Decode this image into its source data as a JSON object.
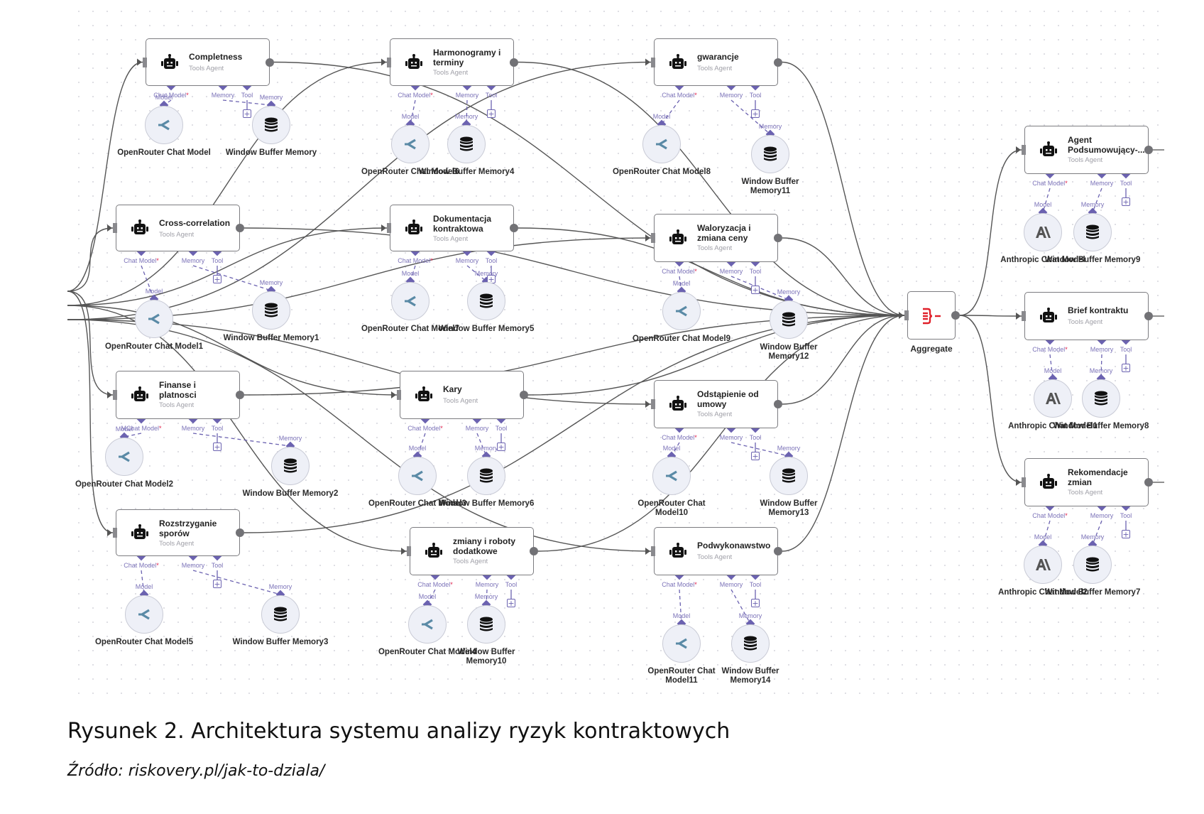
{
  "caption": {
    "title": "Rysunek 2. Architektura systemu analizy ryzyk kontraktowych",
    "source": "Źródło: riskovery.pl/jak-to-dziala/"
  },
  "port_labels": {
    "chat_model": "Chat Model",
    "chat_model_alt": "MChat Model",
    "required_mark": "*",
    "memory": "Memory",
    "tool": "Tool",
    "model": "Model",
    "add": "+"
  },
  "agent_subtitle": "Tools Agent",
  "colors": {
    "port": "#6b62b0",
    "required": "#e0204a",
    "aggregate_icon": "#e0202a",
    "edge": "#555555"
  },
  "agents": [
    {
      "id": "completness",
      "title": "Completness",
      "model": "OpenRouter Chat Model",
      "memory": "Window Buffer Memory",
      "model_type": "openrouter"
    },
    {
      "id": "harmonogramy",
      "title": "Harmonogramy i terminy",
      "model": "OpenRouter Chat Model6",
      "memory": "Window Buffer Memory4",
      "model_type": "openrouter"
    },
    {
      "id": "gwarancje",
      "title": "gwarancje",
      "model": "OpenRouter Chat Model8",
      "memory": "Window Buffer Memory11",
      "model_type": "openrouter"
    },
    {
      "id": "cross",
      "title": "Cross-correlation",
      "model": "OpenRouter Chat Model1",
      "memory": "Window Buffer Memory1",
      "model_type": "openrouter"
    },
    {
      "id": "dokumentacja",
      "title": "Dokumentacja kontraktowa",
      "model": "OpenRouter Chat Model7",
      "memory": "Window Buffer Memory5",
      "model_type": "openrouter"
    },
    {
      "id": "waloryzacja",
      "title": "Waloryzacja i zmiana ceny",
      "model": "OpenRouter Chat Model9",
      "memory": "Window Buffer Memory12",
      "model_type": "openrouter"
    },
    {
      "id": "finanse",
      "title": "Finanse i platnosci",
      "model": "OpenRouter Chat Model2",
      "memory": "Window Buffer Memory2",
      "model_type": "openrouter"
    },
    {
      "id": "kary",
      "title": "Kary",
      "model": "OpenRouter Chat Model3",
      "memory": "Window Buffer Memory6",
      "model_type": "openrouter"
    },
    {
      "id": "odstapienie",
      "title": "Odstąpienie od umowy",
      "model": "OpenRouter Chat Model10",
      "memory": "Window Buffer Memory13",
      "model_type": "openrouter"
    },
    {
      "id": "rozstrzyganie",
      "title": "Rozstrzyganie sporów",
      "model": "OpenRouter Chat Model5",
      "memory": "Window Buffer Memory3",
      "model_type": "openrouter"
    },
    {
      "id": "zmiany",
      "title": "zmiany i roboty dodatkowe",
      "model": "OpenRouter Chat Model4",
      "memory": "Window Buffer Memory10",
      "model_type": "openrouter"
    },
    {
      "id": "podwykonawstwo",
      "title": "Podwykonawstwo",
      "model": "OpenRouter Chat Model11",
      "memory": "Window Buffer Memory14",
      "model_type": "openrouter"
    },
    {
      "id": "podsumowujacy",
      "title": "Agent Podsumowujący-...",
      "model": "Anthropic Chat Model",
      "memory": "Window Buffer Memory9",
      "model_type": "anthropic"
    },
    {
      "id": "brief",
      "title": "Brief kontraktu",
      "model": "Anthropic Chat Model1",
      "memory": "Window Buffer Memory8",
      "model_type": "anthropic"
    },
    {
      "id": "rekomendacje",
      "title": "Rekomendacje zmian",
      "model": "Anthropic Chat Model2",
      "memory": "Window Buffer Memory7",
      "model_type": "anthropic"
    }
  ],
  "aggregate": {
    "label": "Aggregate"
  },
  "icons": {
    "agent": "robot-icon",
    "openrouter": "openrouter-icon",
    "anthropic": "anthropic-icon",
    "memory": "database-icon",
    "aggregate": "aggregate-icon"
  }
}
